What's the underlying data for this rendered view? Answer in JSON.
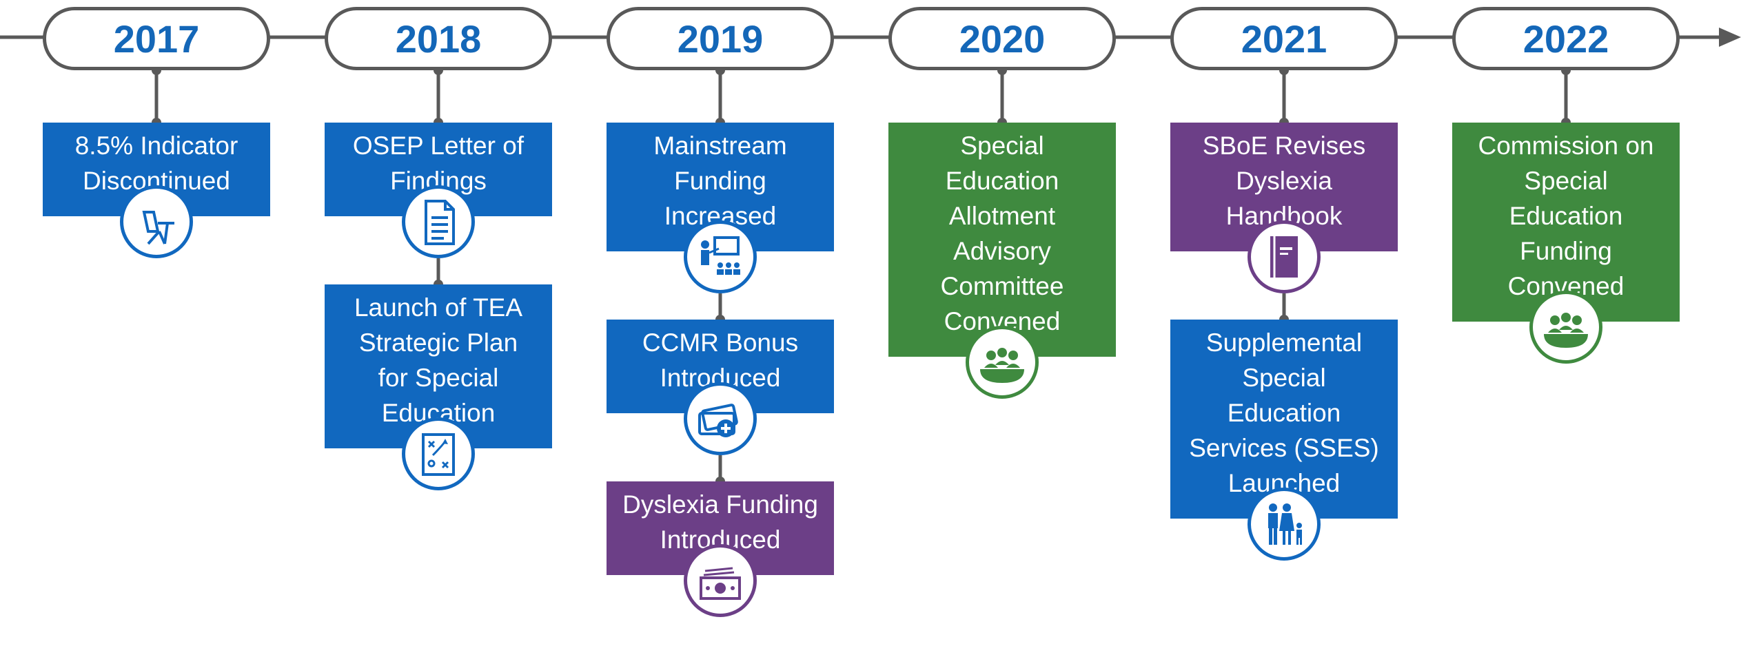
{
  "colors": {
    "year_text": "#1467b8",
    "line": "#595959",
    "blue": "#1168bf",
    "green": "#3f8a3f",
    "purple": "#6c3f87"
  },
  "timeline": [
    {
      "year": "2017",
      "events": [
        {
          "lines": [
            "8.5% Indicator",
            "Discontinued"
          ],
          "color": "blue",
          "icon": "school-desk-icon"
        }
      ]
    },
    {
      "year": "2018",
      "events": [
        {
          "lines": [
            "OSEP Letter of",
            "Findings"
          ],
          "color": "blue",
          "icon": "document-icon"
        },
        {
          "lines": [
            "Launch of TEA",
            "Strategic Plan",
            "for Special",
            "Education"
          ],
          "color": "blue",
          "icon": "strategy-plan-icon"
        }
      ]
    },
    {
      "year": "2019",
      "events": [
        {
          "lines": [
            "Mainstream",
            "Funding",
            "Increased"
          ],
          "color": "blue",
          "icon": "teacher-classroom-icon"
        },
        {
          "lines": [
            "CCMR Bonus",
            "Introduced"
          ],
          "color": "blue",
          "icon": "money-plus-icon"
        },
        {
          "lines": [
            "Dyslexia Funding",
            "Introduced"
          ],
          "color": "purple",
          "icon": "money-bill-icon"
        }
      ]
    },
    {
      "year": "2020",
      "events": [
        {
          "lines": [
            "Special",
            "Education",
            "Allotment",
            "Advisory",
            "Committee",
            "Convened"
          ],
          "color": "green",
          "icon": "meeting-group-icon"
        }
      ]
    },
    {
      "year": "2021",
      "events": [
        {
          "lines": [
            "SBoE Revises",
            "Dyslexia",
            "Handbook"
          ],
          "color": "purple",
          "icon": "handbook-icon"
        },
        {
          "lines": [
            "Supplemental",
            "Special",
            "Education",
            "Services (SSES)",
            "Launched"
          ],
          "color": "blue",
          "icon": "family-icon"
        }
      ]
    },
    {
      "year": "2022",
      "events": [
        {
          "lines": [
            "Commission on",
            "Special",
            "Education",
            "Funding",
            "Convened"
          ],
          "color": "green",
          "icon": "meeting-group-icon"
        }
      ]
    }
  ]
}
